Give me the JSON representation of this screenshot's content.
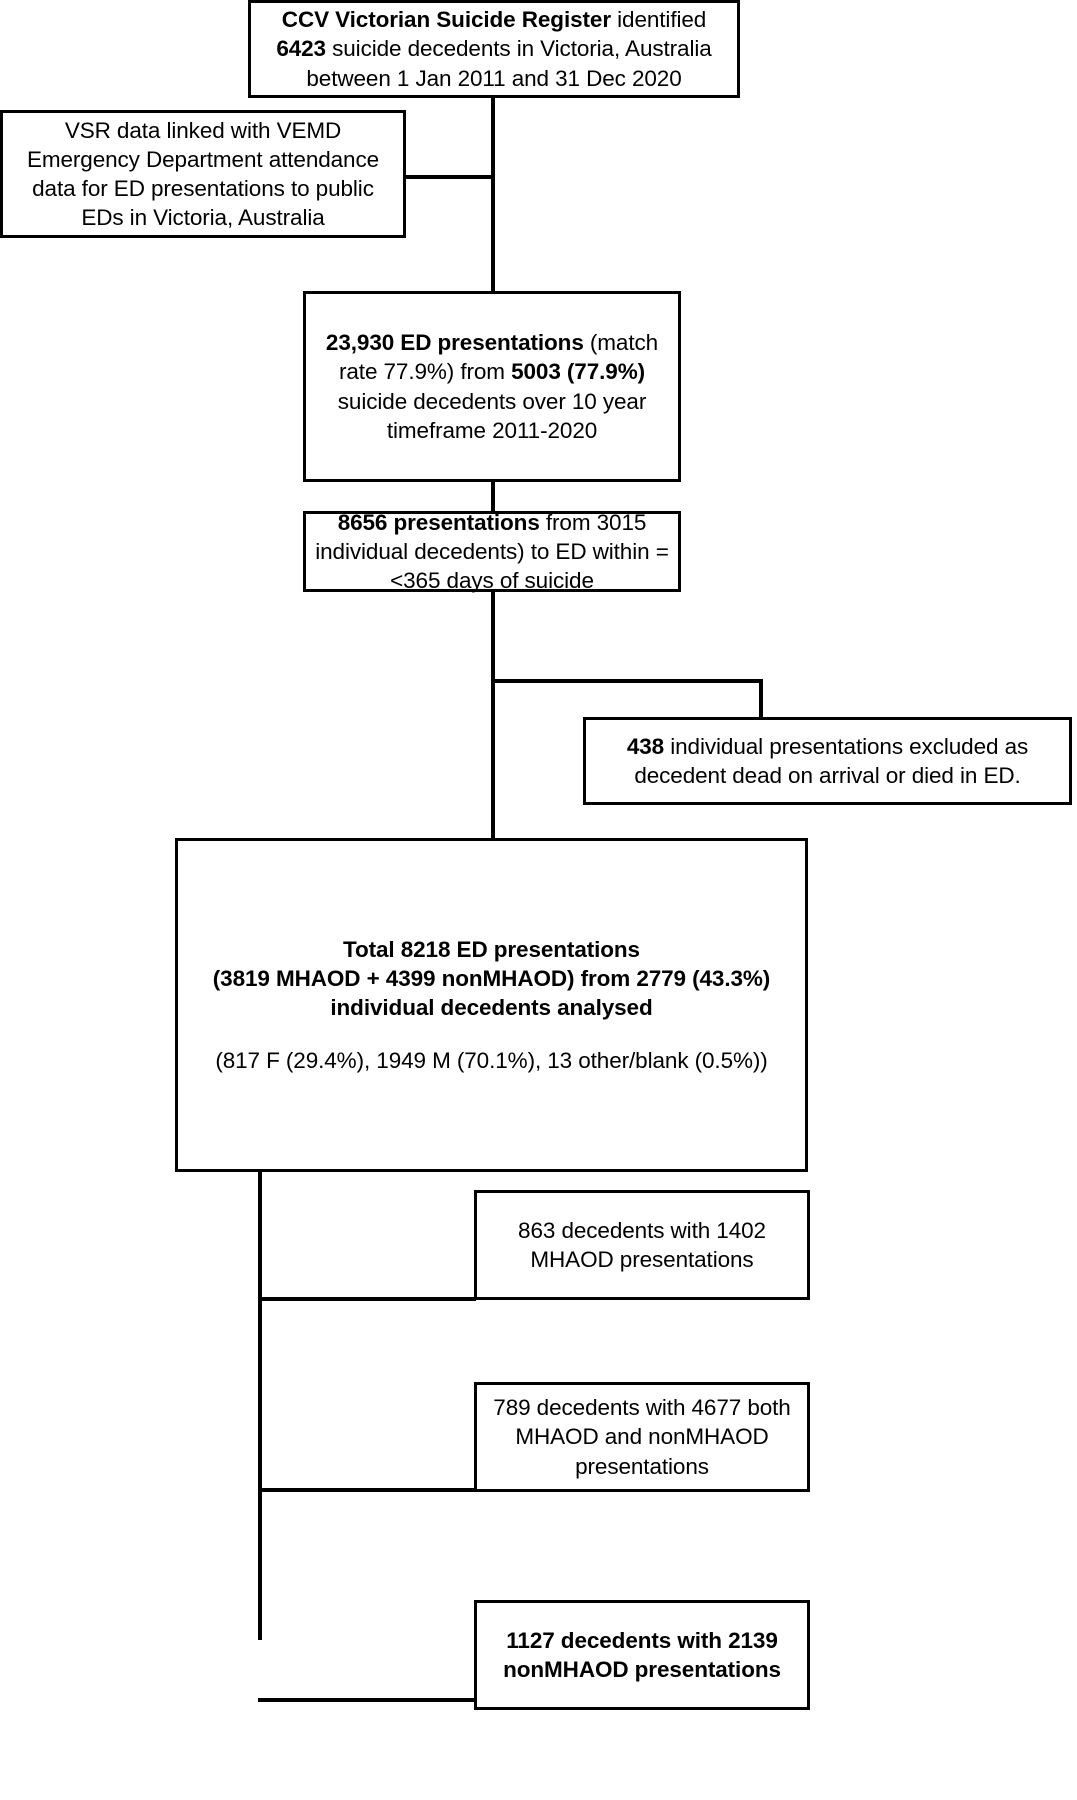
{
  "diagram": {
    "title": "Victorian Suicide Register ED presentation linkage flowchart",
    "line_color": "#000000",
    "box_fill": "#ffffff",
    "nodes": {
      "vsr_register": {
        "lines": [
          "<b>CCV Victorian Suicide Register</b> identified <b>6423</b> suicide decedents in Victoria, Australia between 1 Jan 2011 and 31 Dec 2020"
        ]
      },
      "vemd_linkage": {
        "lines": [
          "VSR data linked with VEMD Emergency Department attendance data for ED presentations to public EDs in Victoria, Australia"
        ]
      },
      "ed_presentations": {
        "lines": [
          "<b>23,930 ED presentations</b> (match rate 77.9%) from <b>5003 (77.9%)</b> suicide decedents over 10 year timeframe 2011-2020"
        ]
      },
      "within_365": {
        "lines": [
          "<b>8656 presentations</b> from 3015 individual decedents) to ED within =&lt;365 days of suicide"
        ]
      },
      "excluded_438": {
        "lines": [
          "<b>438</b> individual presentations excluded as decedent dead on arrival or died in ED."
        ]
      },
      "total_analysed": {
        "lines": [
          "<b>Total 8218 ED presentations<br>(3819 MHAOD + 4399 nonMHAOD) from 2779 (43.3%) individual decedents analysed</b>",
          "(817 F (29.4%), 1949 M (70.1%), 13 other/blank (0.5%))"
        ]
      },
      "mhaod_only": {
        "lines": [
          "863 decedents with 1402 MHAOD presentations"
        ]
      },
      "both_mhaod": {
        "lines": [
          "789 decedents with 4677 both MHAOD and nonMHAOD presentations"
        ]
      },
      "nonmhaod_only": {
        "lines": [
          "<b>1127 decedents with 2139 nonMHAOD presentations</b>"
        ]
      }
    }
  }
}
